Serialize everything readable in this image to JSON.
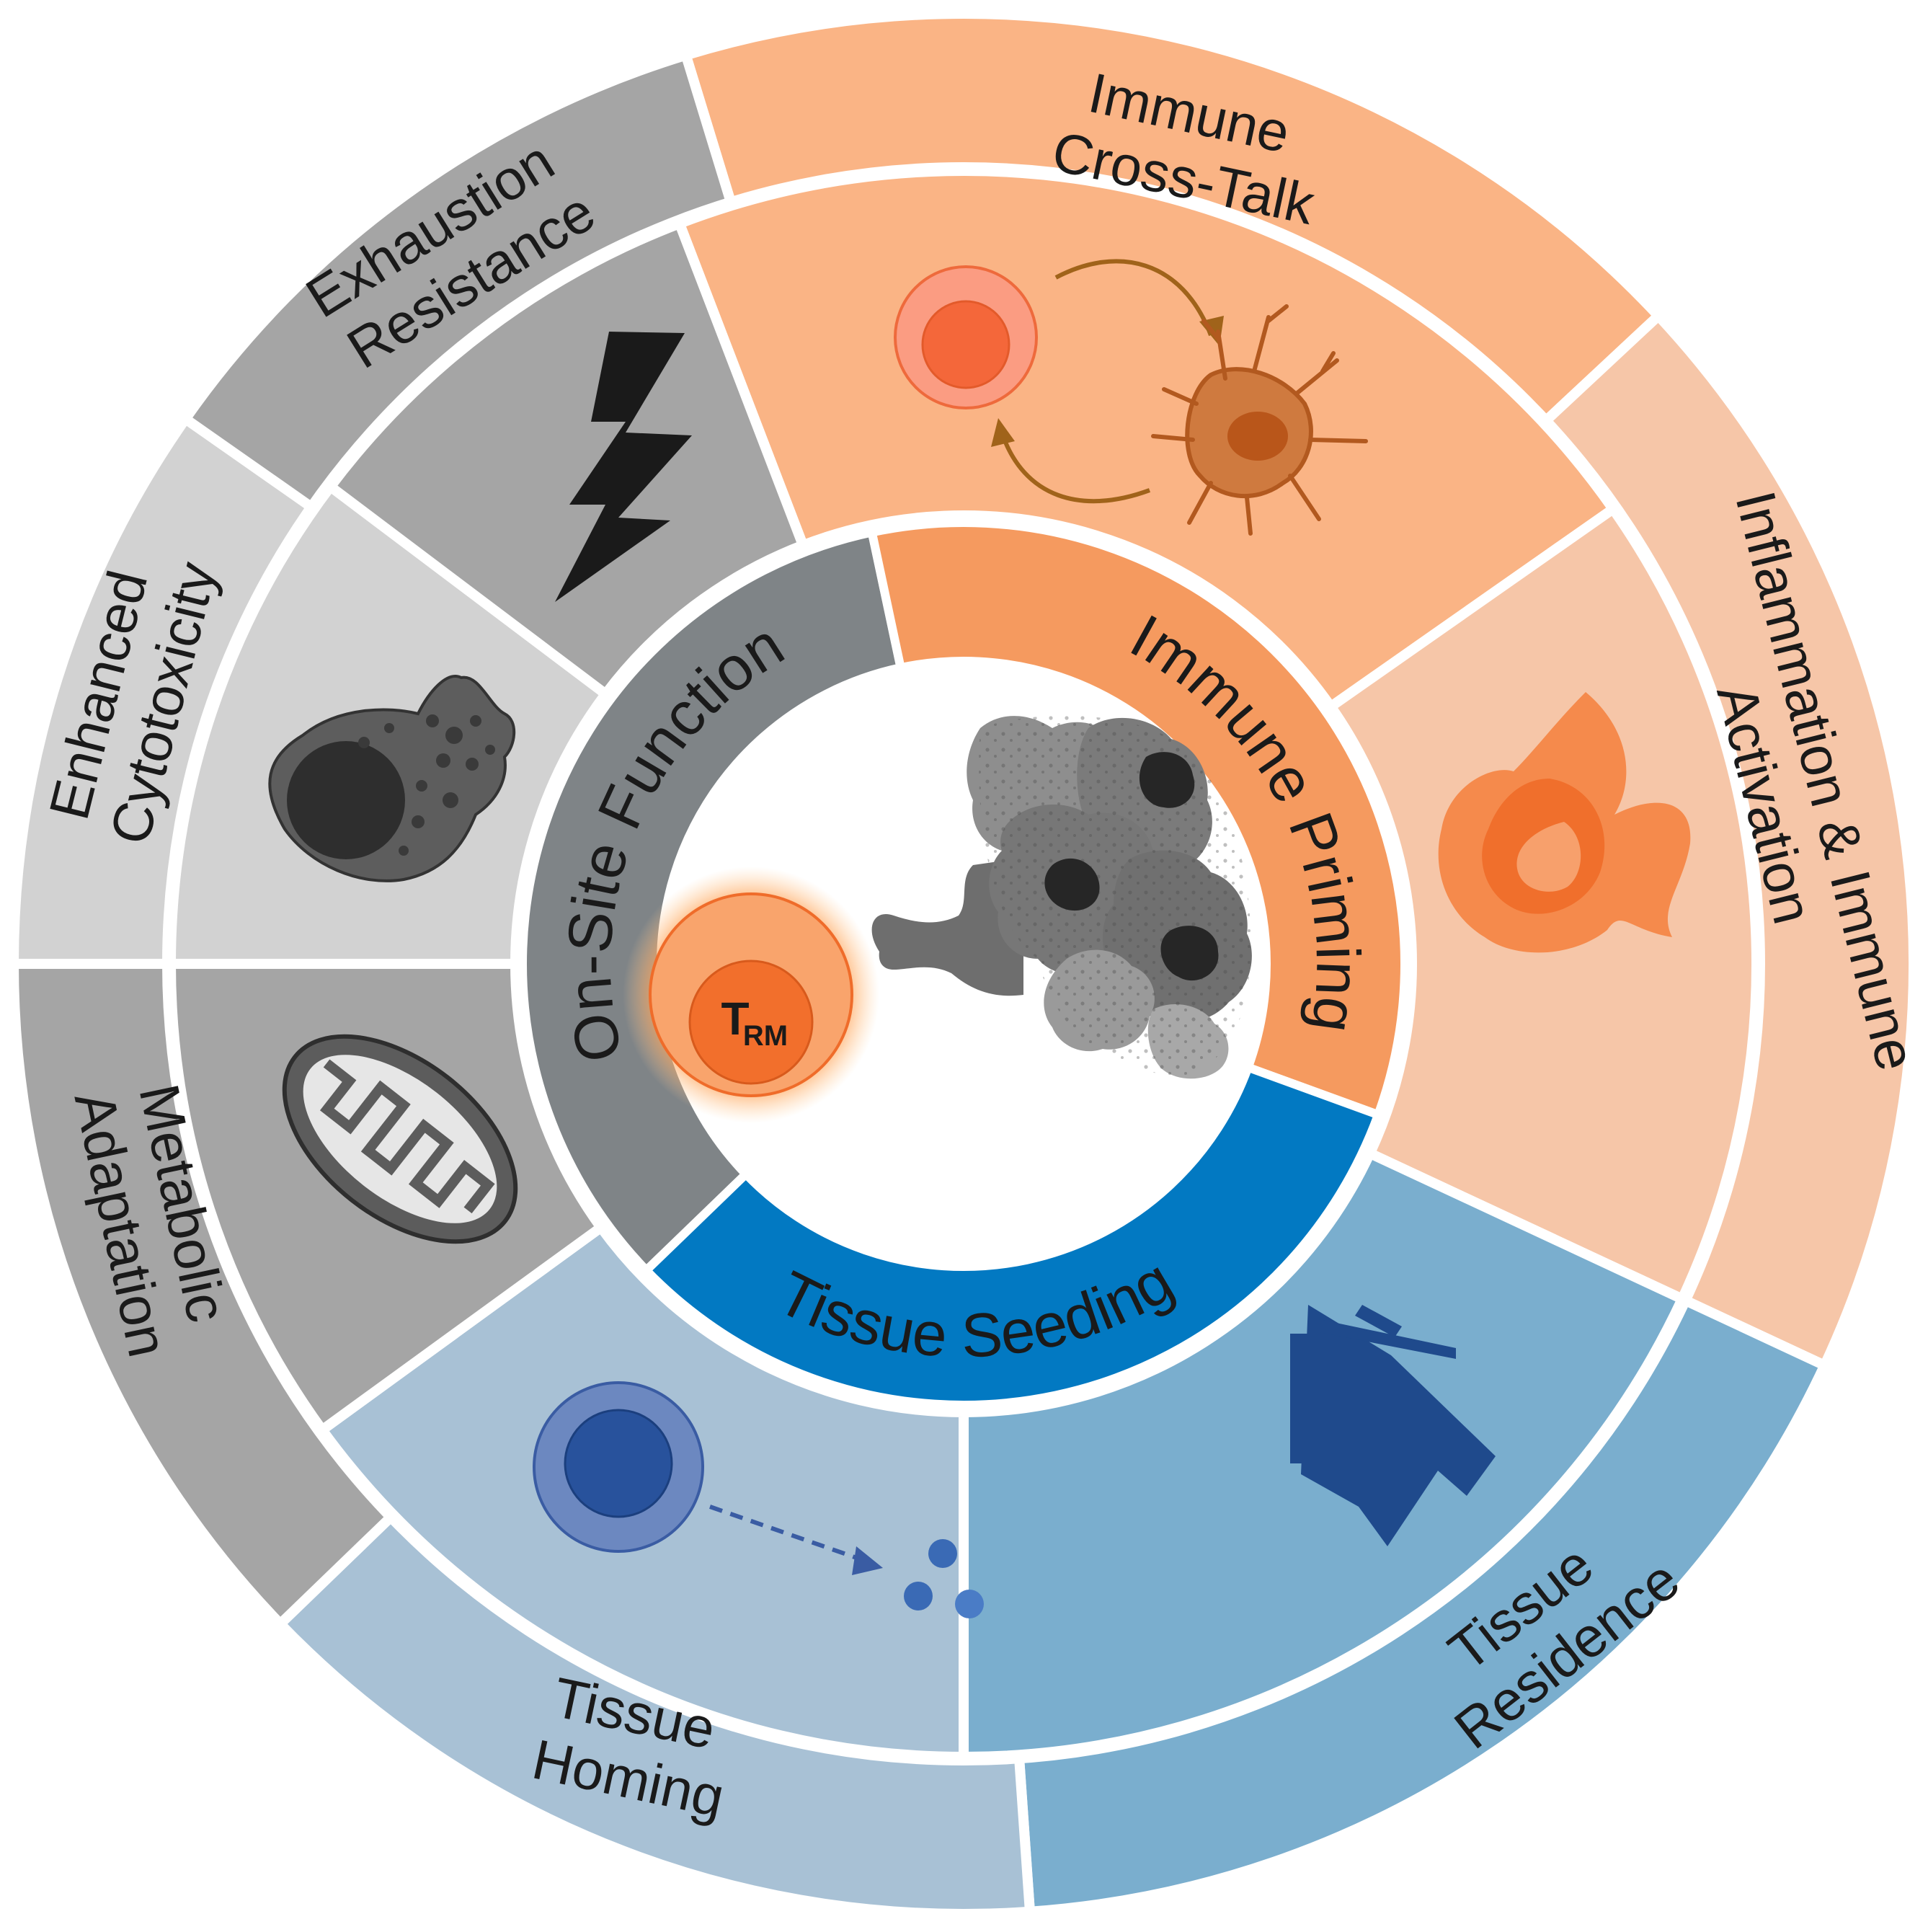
{
  "center": {
    "cell_label": "T",
    "cell_label_sub": "RM"
  },
  "inner_ring": [
    {
      "id": "on_site",
      "label": "On-Site Function",
      "color": "#7f8487"
    },
    {
      "id": "priming",
      "label": "Immune Priming",
      "color": "#f59a5f"
    },
    {
      "id": "seeding",
      "label": "Tissue Seeding",
      "color": "#0279c2"
    }
  ],
  "outer_segments": [
    {
      "id": "cross_talk",
      "lines": [
        "Immune",
        "Cross-Talk"
      ],
      "color": "#fab485",
      "icon": "dendritic-cell-cross-talk-icon"
    },
    {
      "id": "inflammation",
      "lines": [
        "Inflammation & Immune",
        "Activation"
      ],
      "color": "#f6c6a8",
      "icon": "flame-icon"
    },
    {
      "id": "residence",
      "lines": [
        "Tissue",
        "Residence"
      ],
      "color": "#7aaece",
      "icon": "house-icon"
    },
    {
      "id": "homing",
      "lines": [
        "Tissue",
        "Homing"
      ],
      "color": "#a8c1d5",
      "icon": "cell-migration-icon"
    },
    {
      "id": "metabolic",
      "lines": [
        "Metabolic",
        "Adaptation"
      ],
      "color": "#a5a5a5",
      "icon": "mitochondrion-icon"
    },
    {
      "id": "cytotoxicity",
      "lines": [
        "Enhanced",
        "Cytotoxicity"
      ],
      "color": "#d2d2d2",
      "icon": "cytotoxic-cell-icon"
    },
    {
      "id": "exhaustion",
      "lines": [
        "Exhaustion",
        "Resistance"
      ],
      "color": "#a5a5a5",
      "icon": "lightning-icon"
    }
  ]
}
